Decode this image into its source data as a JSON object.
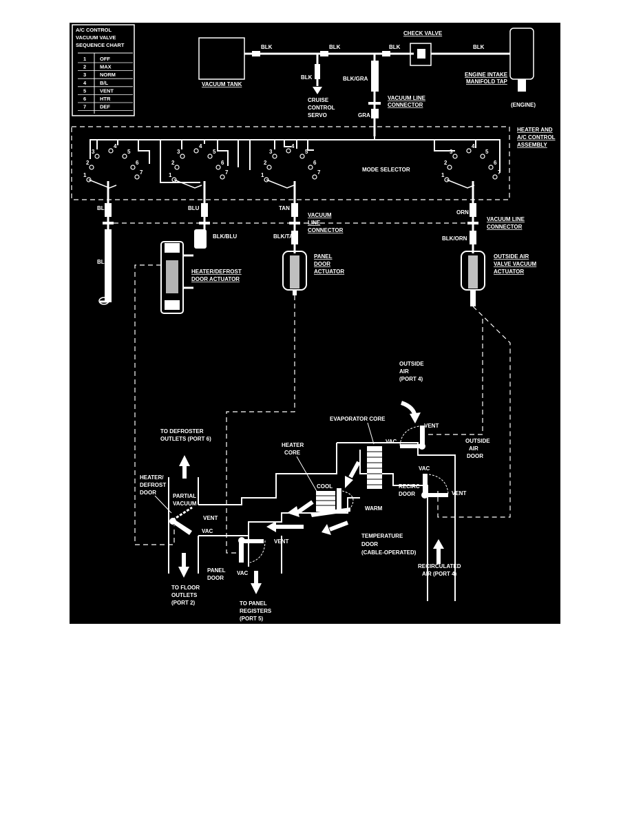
{
  "chart": {
    "title_lines": [
      "A/C CONTROL",
      "VACUUM VALVE",
      "SEQUENCE CHART"
    ],
    "rows": [
      {
        "num": "1",
        "mode": "OFF"
      },
      {
        "num": "2",
        "mode": "MAX"
      },
      {
        "num": "3",
        "mode": "NORM"
      },
      {
        "num": "4",
        "mode": "B/L"
      },
      {
        "num": "5",
        "mode": "VENT"
      },
      {
        "num": "6",
        "mode": "HTR"
      },
      {
        "num": "7",
        "mode": "DEF"
      }
    ]
  },
  "labels": {
    "vacuum_tank": "VACUUM TANK",
    "check_valve": "CHECK VALVE",
    "engine_tap_1": "ENGINE INTAKE",
    "engine_tap_2": "MANIFOLD TAP",
    "engine": "(ENGINE)",
    "cruise_1": "CRUISE",
    "cruise_2": "CONTROL",
    "cruise_3": "SERVO",
    "vlc_top_1": "VACUUM LINE",
    "vlc_top_2": "CONNECTOR",
    "heater_ac_1": "HEATER AND",
    "heater_ac_2": "A/C CONTROL",
    "heater_ac_3": "ASSEMBLY",
    "mode_selector": "MODE SELECTOR",
    "vlc_mid_1": "VACUUM",
    "vlc_mid_2": "LINE",
    "vlc_mid_3": "CONNECTOR",
    "vlc_right_1": "VACUUM LINE",
    "vlc_right_2": "CONNECTOR",
    "hd_actuator_1": "HEATER/DEFROST",
    "hd_actuator_2": "DOOR ACTUATOR",
    "panel_actuator_1": "PANEL",
    "panel_actuator_2": "DOOR",
    "panel_actuator_3": "ACTUATOR",
    "oa_actuator_1": "OUTSIDE AIR",
    "oa_actuator_2": "VALVE VACUUM",
    "oa_actuator_3": "ACTUATOR",
    "outside_air_1": "OUTSIDE",
    "outside_air_2": "AIR",
    "outside_air_3": "(PORT 4)",
    "evap_core": "EVAPORATOR CORE",
    "oa_door_1": "OUTSIDE",
    "oa_door_2": "AIR",
    "oa_door_3": "DOOR",
    "defroster_1": "TO DEFROSTER",
    "defroster_2": "OUTLETS (PORT 6)",
    "heater_core_1": "HEATER",
    "heater_core_2": "CORE",
    "cool": "COOL",
    "warm": "WARM",
    "hd_door_1": "HEATER/",
    "hd_door_2": "DEFROST",
    "hd_door_3": "DOOR",
    "partial_1": "PARTIAL",
    "partial_2": "VACUUM",
    "recirc_door_1": "RECIRC",
    "recirc_door_2": "DOOR",
    "temp_door_1": "TEMPERATURE",
    "temp_door_2": "DOOR",
    "temp_door_3": "(CABLE-OPERATED)",
    "panel_door_1": "PANEL",
    "panel_door_2": "DOOR",
    "floor_1": "TO FLOOR",
    "floor_2": "OUTLETS",
    "floor_3": "(PORT 2)",
    "registers_1": "TO PANEL",
    "registers_2": "REGISTERS",
    "registers_3": "(PORT 5)",
    "recirc_air_1": "RECIRCULATED",
    "recirc_air_2": "AIR (PORT 4)",
    "vent": "VENT",
    "vac": "VAC"
  },
  "hoses": {
    "blk": "BLK",
    "blk_gra": "BLK/GRA",
    "gra": "GRA",
    "blu": "BLU",
    "tan": "TAN",
    "orn": "ORN",
    "blk_blu": "BLK/BLU",
    "blk_tan": "BLK/TAN",
    "blk_orn": "BLK/ORN"
  },
  "selector_ports": [
    "1",
    "2",
    "3",
    "4",
    "5",
    "6",
    "7"
  ]
}
